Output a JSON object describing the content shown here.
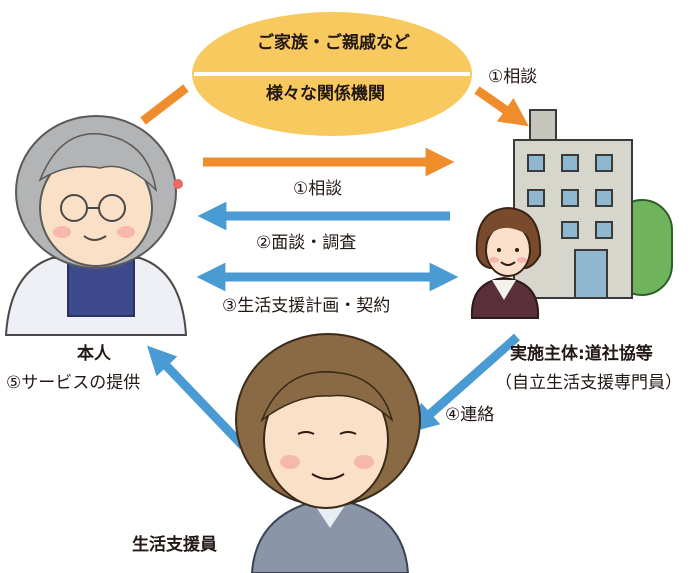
{
  "family_box": {
    "top": "ご家族・ご親戚など",
    "bottom": "様々な関係機関"
  },
  "flows": {
    "consult_top": "①相談",
    "consult": "①相談",
    "interview": "②面談・調査",
    "plan": "③生活支援計画・契約",
    "contact": "④連絡",
    "service": "⑤サービスの提供"
  },
  "actors": {
    "principal": "本人",
    "org": "実施主体:道社協等",
    "org_sub": "（自立生活支援専門員）",
    "supporter": "生活支援員"
  },
  "colors": {
    "orange": "#ef8c2c",
    "blue": "#4a9ad4",
    "oval": "#f7c95e"
  }
}
